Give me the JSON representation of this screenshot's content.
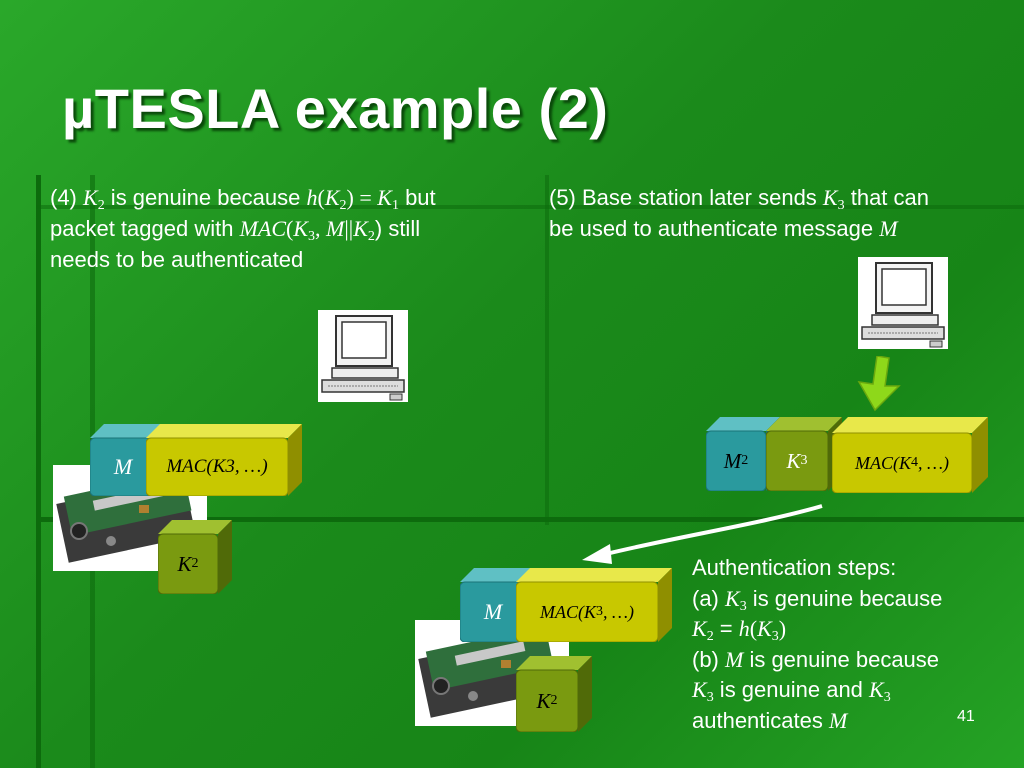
{
  "slide": {
    "title": "µTESLA example (2)",
    "page_number": "41"
  },
  "left_text": {
    "l1_a": "(4) ",
    "l1_k": "K",
    "l1_ksub": "2",
    "l1_b": " is genuine because ",
    "l1_h": "h",
    "l1_hk": "K",
    "l1_hksub": "2",
    "l1_eq": ") = ",
    "l1_k1": "K",
    "l1_k1sub": "1",
    "l1_c": " but",
    "l2_a": "packet tagged with ",
    "l2_mac": "MAC",
    "l2_k": "K",
    "l2_ksub": "3",
    "l2_m": "M",
    "l2_k2": "K",
    "l2_k2sub": "2",
    "l2_b": ") still",
    "l3": "needs to be authenticated"
  },
  "right_text": {
    "l1_a": "(5) Base station later sends ",
    "l1_k": "K",
    "l1_ksub": "3",
    "l1_b": " that can",
    "l2_a": "be used to authenticate message ",
    "l2_m": "M"
  },
  "steps": {
    "heading": "Authentication steps:",
    "a1": "(a) ",
    "a_k": "K",
    "a_ksub": "3",
    "a2": " is genuine because",
    "b_k": "K",
    "b_ksub": "2",
    "b_eq": " = ",
    "b_h": "h",
    "b_k3": "K",
    "b_k3sub": "3",
    "c1": "(b) ",
    "c_m": "M",
    "c2": " is genuine because",
    "d_k": "K",
    "d_ksub": "3",
    "d2": " is genuine and ",
    "d_k3": "K",
    "d_k3sub": "3",
    "e1": "authenticates ",
    "e_m": "M"
  },
  "packets": {
    "top_left": {
      "m": "M",
      "mac": "MAC(K3, …)",
      "k": "K",
      "ksub": "2"
    },
    "right": {
      "m": "M",
      "msub": "2",
      "k": "K",
      "ksub": "3",
      "mac_a": "MAC(K",
      "mac_sub": "4",
      "mac_b": ", …)"
    },
    "bottom": {
      "m": "M",
      "mac_a": "MAC(K",
      "mac_sub": "3",
      "mac_b": ", …)",
      "k": "K",
      "ksub": "2"
    }
  },
  "colors": {
    "background": "#1f8f1f",
    "block_teal": "#2a9a9e",
    "block_yellow": "#c8c800",
    "block_olive": "#7a9a10",
    "arrow_green": "#8ed81a"
  },
  "icons": [
    "computer-icon",
    "sensor-mote-image",
    "down-arrow-icon",
    "curved-arrow-icon"
  ]
}
